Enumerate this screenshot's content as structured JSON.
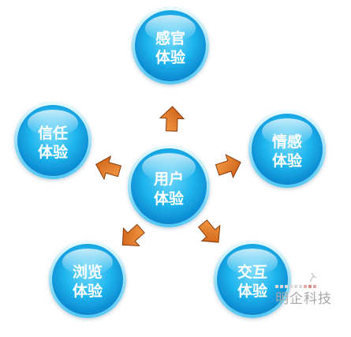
{
  "center": {
    "line1": "用户",
    "line2": "体验"
  },
  "nodes": [
    {
      "id": "sensory",
      "line1": "感官",
      "line2": "体验"
    },
    {
      "id": "emotion",
      "line1": "情感",
      "line2": "体验"
    },
    {
      "id": "interaction",
      "line1": "交互",
      "line2": "体验"
    },
    {
      "id": "browse",
      "line1": "浏览",
      "line2": "体验"
    },
    {
      "id": "trust",
      "line1": "信任",
      "line2": "体验"
    }
  ],
  "watermark": {
    "text": "明企科技"
  },
  "colors": {
    "bubble_light": "#a8ecff",
    "bubble_mid": "#1fb6ee",
    "bubble_dark": "#0a86cf",
    "arrow_light": "#f7a24b",
    "arrow_dark": "#c9570f"
  }
}
